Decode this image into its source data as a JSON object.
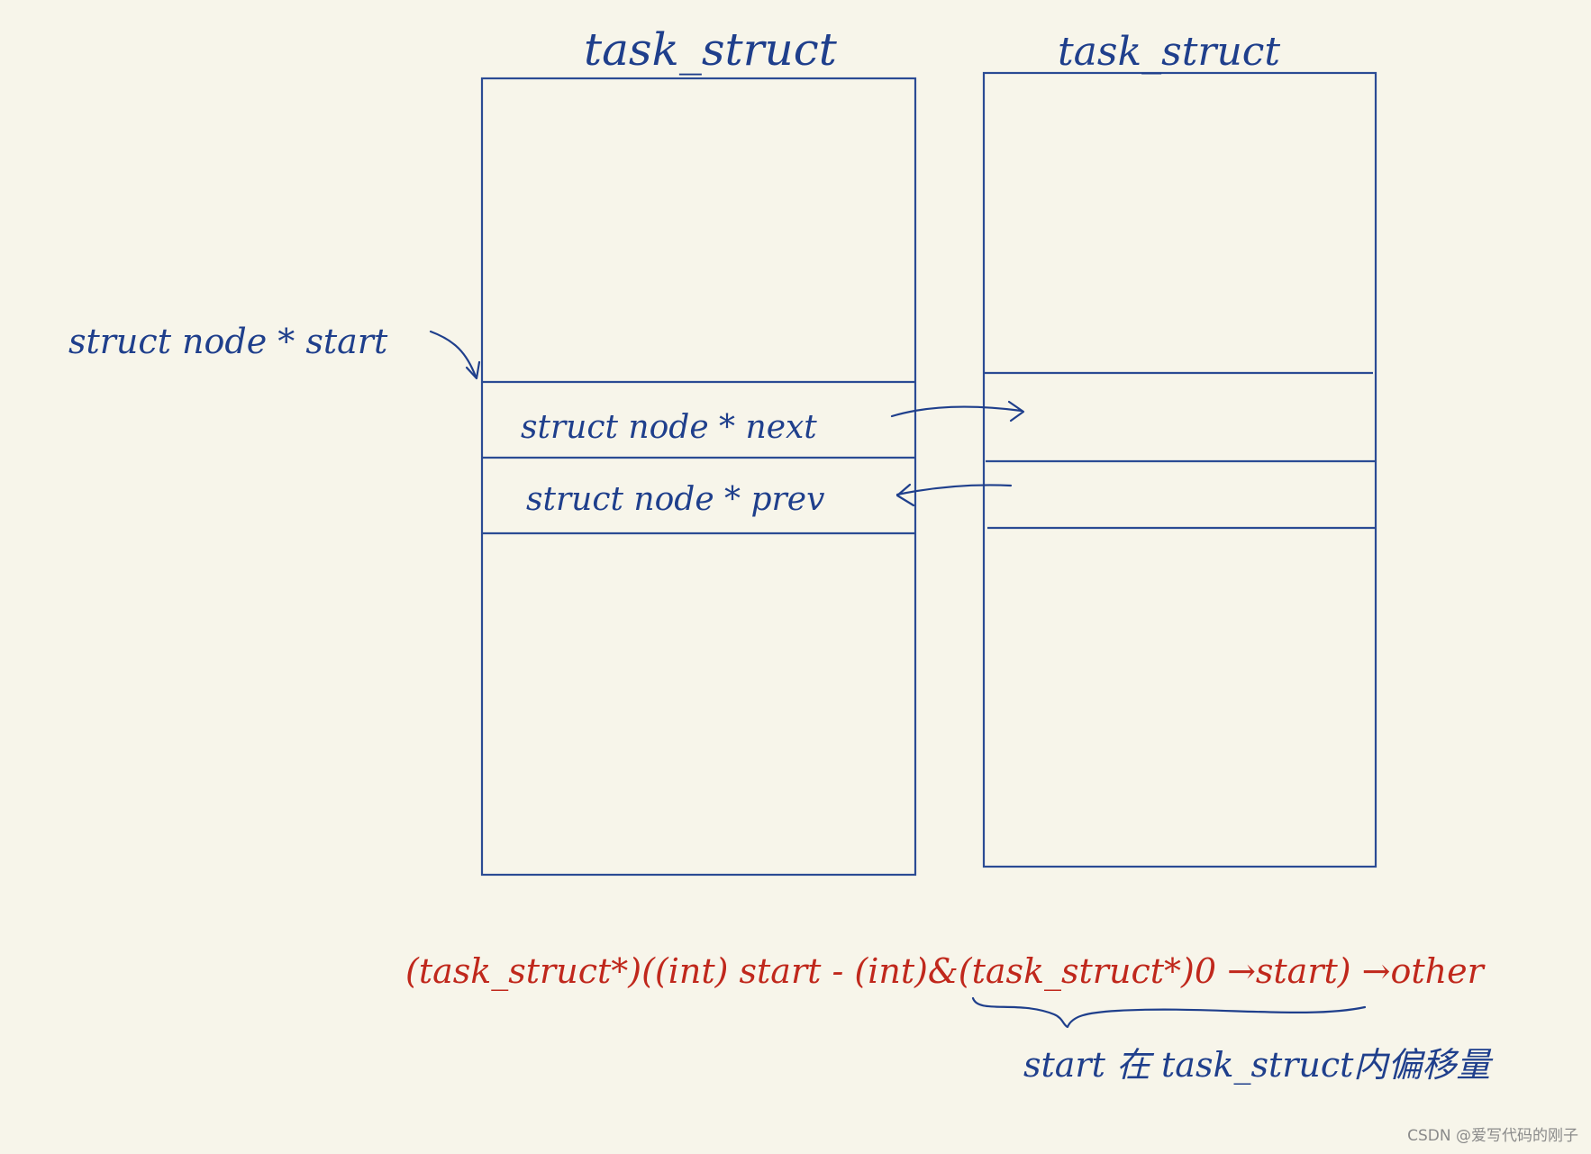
{
  "left_struct": {
    "title": "task_struct",
    "field_next": "struct node * next",
    "field_prev": "struct node * prev"
  },
  "right_struct": {
    "title": "task_struct"
  },
  "pointer_label": "struct node * start",
  "formula": "(task_struct*)((int) start - (int)&(task_struct*)0 →start) →other",
  "brace_note": "start 在 task_struct内偏移量",
  "watermark": "CSDN @爱写代码的刚子",
  "colors": {
    "blue_ink": "#1f3f8c",
    "box_stroke": "#2b4b94",
    "red_ink": "#c0281c",
    "background": "#f7f5ea"
  }
}
